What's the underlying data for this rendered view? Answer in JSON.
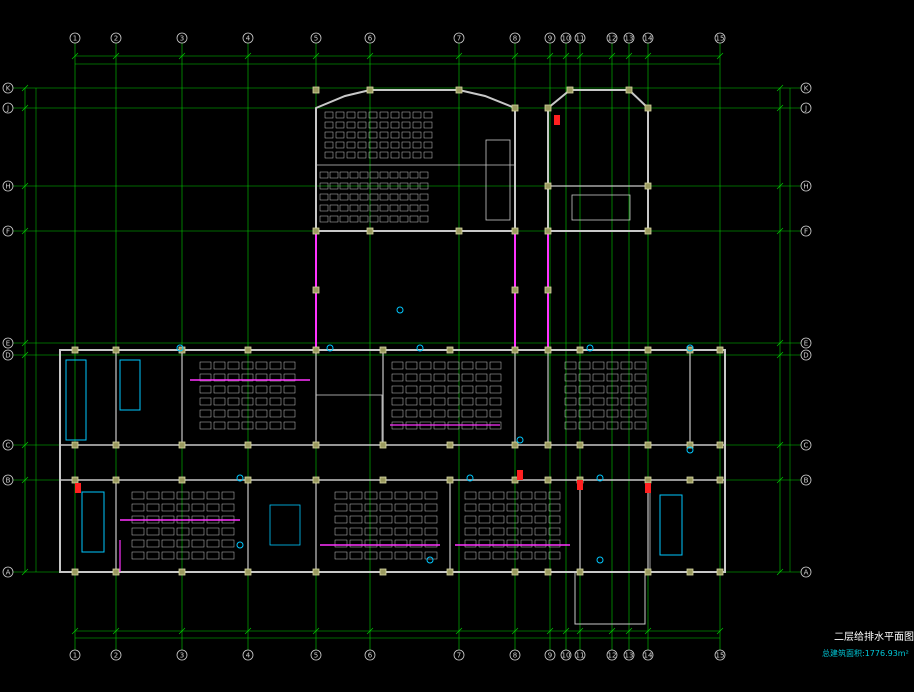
{
  "drawing": {
    "title": "二层给排水平面图",
    "area_label": "总建筑面积:",
    "area_value": "1776.93m²"
  },
  "grid": {
    "columns": [
      "1",
      "2",
      "3",
      "4",
      "5",
      "6",
      "7",
      "8",
      "9",
      "10",
      "11",
      "12",
      "13",
      "14",
      "15"
    ],
    "rows": [
      "K",
      "J",
      "H",
      "F",
      "E",
      "D",
      "C",
      "B",
      "A"
    ]
  },
  "colors": {
    "background": "#000000",
    "grid": "#00d000",
    "walls": "#c8c8c8",
    "pipe": "#ff33ff",
    "fixtures": "#00c8ff",
    "columns": "#d8d8a0",
    "marker": "#ff2020",
    "axis_bubble": "#d0d0d0"
  }
}
